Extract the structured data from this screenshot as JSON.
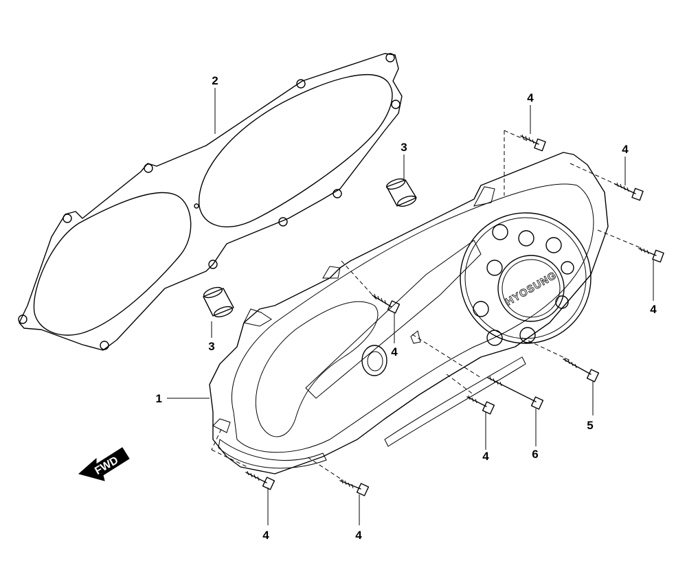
{
  "diagram": {
    "parts": {
      "cover": "1",
      "gasket": "2",
      "dowel_upper": "3",
      "dowel_lower": "3",
      "bolt_top_a": "4",
      "bolt_top_b": "4",
      "bolt_right": "4",
      "bolt_center": "4",
      "bolt_mid_lower": "4",
      "bolt_bottom_left": "4",
      "bolt_bottom_mid": "4",
      "bolt_5": "5",
      "bolt_6": "6"
    },
    "cover_logo": "HYOSUNG",
    "fwd_label": "FWD"
  }
}
